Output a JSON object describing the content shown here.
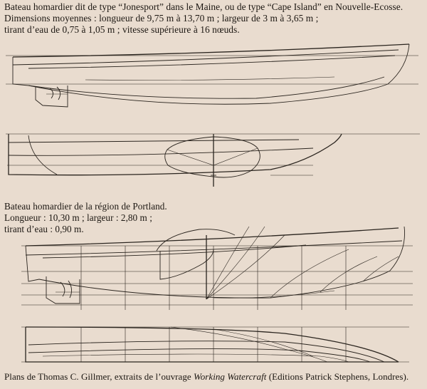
{
  "jonesport": {
    "title": "Bateau homardier dit de type “Jonesport” dans le Maine, ou de type “Cape Island” en Nouvelle-Ecosse.",
    "dimensions": "Dimensions moyennes : longueur de 9,75 m à 13,70 m ; largeur de 3 m à 3,65 m ;",
    "details": "tirant d’eau de 0,75 à 1,05 m ; vitesse supérieure à 16 nœuds."
  },
  "portland": {
    "title": "Bateau homardier de la région de Portland.",
    "dimensions": "Longueur : 10,30 m ; largeur : 2,80 m ;",
    "draft": "tirant d’eau : 0,90 m."
  },
  "credit": {
    "prefix": "Plans de Thomas C. Gillmer, extraits de l’ouvrage ",
    "book": "Working Watercraft",
    "suffix": " (Editions Patrick Stephens, Londres)."
  }
}
